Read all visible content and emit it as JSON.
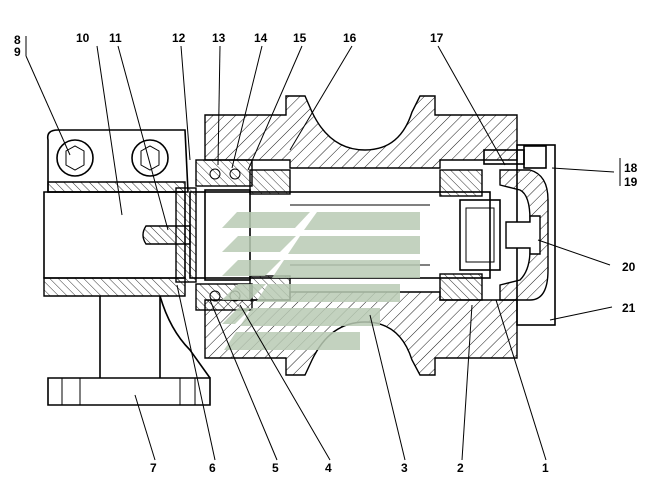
{
  "callouts": {
    "n1": "1",
    "n2": "2",
    "n3": "3",
    "n4": "4",
    "n5": "5",
    "n6": "6",
    "n7": "7",
    "n8": "8",
    "n9": "9",
    "n10": "10",
    "n11": "11",
    "n12": "12",
    "n13": "13",
    "n14": "14",
    "n15": "15",
    "n16": "16",
    "n17": "17",
    "n18": "18",
    "n19": "19",
    "n20": "20",
    "n21": "21"
  },
  "colors": {
    "line": "#000000",
    "hatch": "#000000",
    "watermark": "#b9cbb4",
    "background": "#ffffff"
  },
  "watermark": {
    "type": "logo",
    "name": "stripes-logo"
  }
}
